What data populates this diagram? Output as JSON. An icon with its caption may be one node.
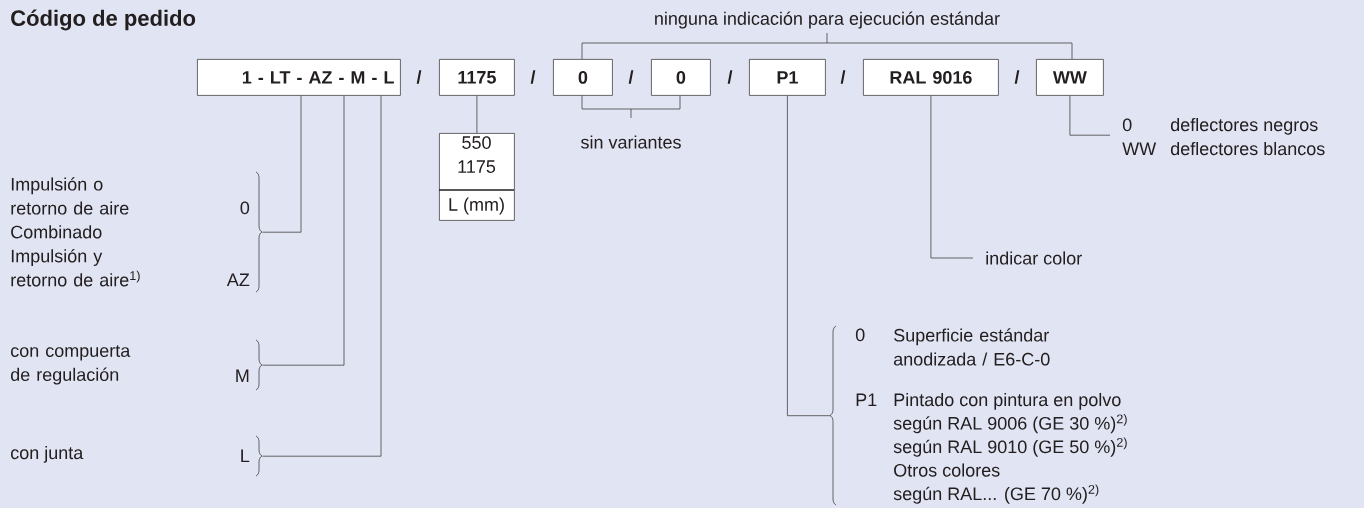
{
  "diagram": {
    "title": "Código de pedido",
    "nodes": [
      {
        "text": [
          "1 - LT - AZ - M - L"
        ]
      },
      {
        "text": [
          "1175"
        ]
      },
      {
        "text": [
          "0"
        ]
      },
      {
        "text": [
          "0"
        ]
      },
      {
        "text": [
          "P1"
        ]
      },
      {
        "text": [
          "RAL 9016"
        ]
      },
      {
        "text": [
          "WW"
        ]
      },
      {
        "text": [
          "550 1175",
          "L (mm)"
        ]
      },
      {
        "text": [
          "Impulsión o retorno de aire",
          "0",
          "Combinado Impulsión y retorno de aire$^{1)}$",
          "AZ"
        ]
      },
      {
        "text": [
          "con compuerta de regulación",
          "M"
        ]
      },
      {
        "text": [
          "con junta",
          "L"
        ]
      },
      {
        "text": [
          "indicar color"
        ]
      },
      {
        "text": [
          "0",
          "deflectores negros",
          "WW",
          "deflectores blancos"
        ]
      },
      {
        "text": [
          "0",
          "Superficie estándar anodizada / E6-C-0",
          "P1",
          "Pintado con pintura en polvo",
          "según RAL 9006 (GE 30 %)$^{2)}$",
          "según RAL 9010 (GE 50 %)$^{2)}$",
          "Otros colores",
          "según RAL... (GE 70 %)$^{2)}$"
        ]
      }
    ],
    "edges": [
      {
        "from": 0,
        "to": 8,
        "arrow": "none"
      },
      {
        "from": 0,
        "to": 9,
        "arrow": "none"
      },
      {
        "from": 0,
        "to": 10,
        "arrow": "none"
      },
      {
        "from": 1,
        "to": 7,
        "arrow": "none"
      },
      {
        "from": 4,
        "to": 13,
        "arrow": "none"
      },
      {
        "from": 5,
        "to": 11,
        "arrow": "none"
      },
      {
        "from": 6,
        "to": 12,
        "arrow": "none"
      }
    ],
    "labels": [
      "ninguna indicación para ejecución estándar",
      "/",
      "/",
      "/",
      "/",
      "/",
      "/",
      "sin variantes"
    ]
  }
}
